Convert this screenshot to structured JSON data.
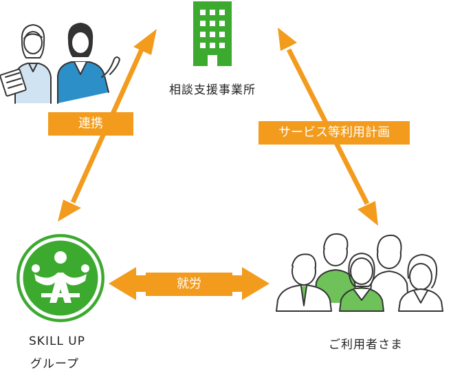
{
  "nodes": {
    "office": {
      "label": "相談支援事業所"
    },
    "skillup": {
      "label_line1": "SKILL UP",
      "label_line2": "グループ"
    },
    "users": {
      "label": "ご利用者さま"
    }
  },
  "relations": {
    "cooperation": {
      "label": "連携"
    },
    "service_plan": {
      "label": "サービス等利用計画"
    },
    "employment": {
      "label": "就労"
    }
  },
  "colors": {
    "arrow": "#f29b1d",
    "brand_green": "#3caa2e",
    "line": "#333333"
  }
}
